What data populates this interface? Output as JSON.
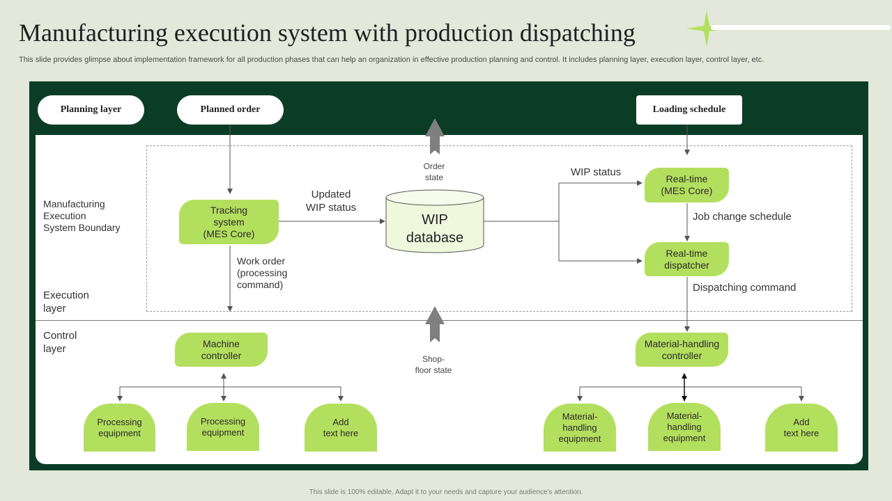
{
  "title": "Manufacturing execution system with production dispatching",
  "subtitle": "This slide provides glimpse about implementation framework for all production phases that can help an organization in effective production planning and control. It includes planning layer, execution layer, control layer, etc.",
  "footer": "This slide is 100% editable. Adapt it to your needs and capture your audience's attention.",
  "colors": {
    "panel": "#0b3d26",
    "node": "#b3df5e",
    "background": "#e3e8da",
    "accent_star": "#b3df5e"
  },
  "icons": {
    "decoration": "star-icon"
  },
  "header": {
    "planning_layer": "Planning layer",
    "planned_order": "Planned order",
    "loading_schedule": "Loading schedule"
  },
  "layers": {
    "mes_boundary": "Manufacturing\nExecution\nSystem Boundary",
    "execution": "Execution\nlayer",
    "control": "Control\nlayer"
  },
  "nodes": {
    "tracking": "Tracking\nsystem\n(MES Core)",
    "wip_db": "WIP\ndatabase",
    "realtime_core": "Real-time\n(MES Core)",
    "dispatcher": "Real-time\ndispatcher",
    "machine_controller": "Machine\ncontroller",
    "mh_controller": "Material-handling\ncontroller",
    "proc_eq_1": "Processing\nequipment",
    "proc_eq_2": "Processing\nequipment",
    "add_text_1": "Add\ntext here",
    "mh_eq_1": "Material-\nhandling\nequipment",
    "mh_eq_2": "Material-\nhandling\nequipment",
    "add_text_2": "Add\ntext here"
  },
  "labels": {
    "updated_wip": "Updated\nWIP status",
    "order_state": "Order\nstate",
    "wip_status": "WIP status",
    "job_change": "Job change schedule",
    "dispatching": "Dispatching command",
    "work_order": "Work order\n(processing\ncommand)",
    "shop_floor": "Shop-\nfloor state"
  }
}
